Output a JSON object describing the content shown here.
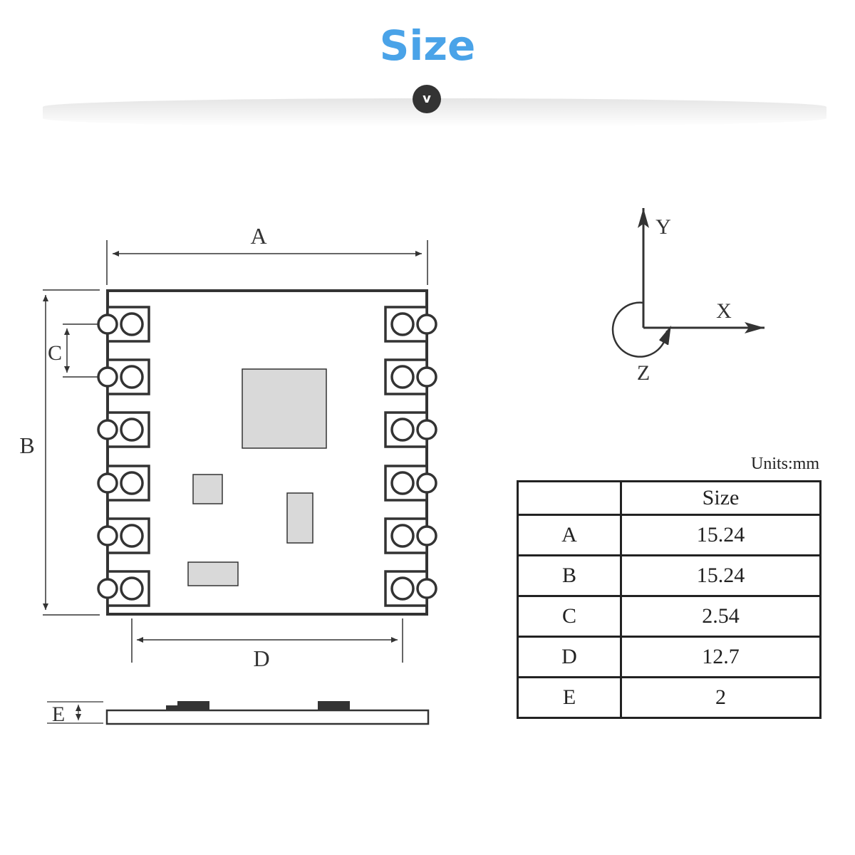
{
  "header": {
    "title": "Size",
    "chevron": "v"
  },
  "drawing": {
    "labels": {
      "a": "A",
      "b": "B",
      "c": "C",
      "d": "D",
      "e": "E"
    },
    "axes": {
      "y": "Y",
      "x": "X",
      "z": "Z"
    }
  },
  "table": {
    "units": "Units:mm",
    "header": "Size",
    "rows": [
      {
        "label": "A",
        "value": "15.24"
      },
      {
        "label": "B",
        "value": "15.24"
      },
      {
        "label": "C",
        "value": "2.54"
      },
      {
        "label": "D",
        "value": "12.7"
      },
      {
        "label": "E",
        "value": "2"
      }
    ]
  },
  "colors": {
    "title": "#4aa3e8",
    "line": "#333333",
    "chip": "#d9d9d9"
  }
}
